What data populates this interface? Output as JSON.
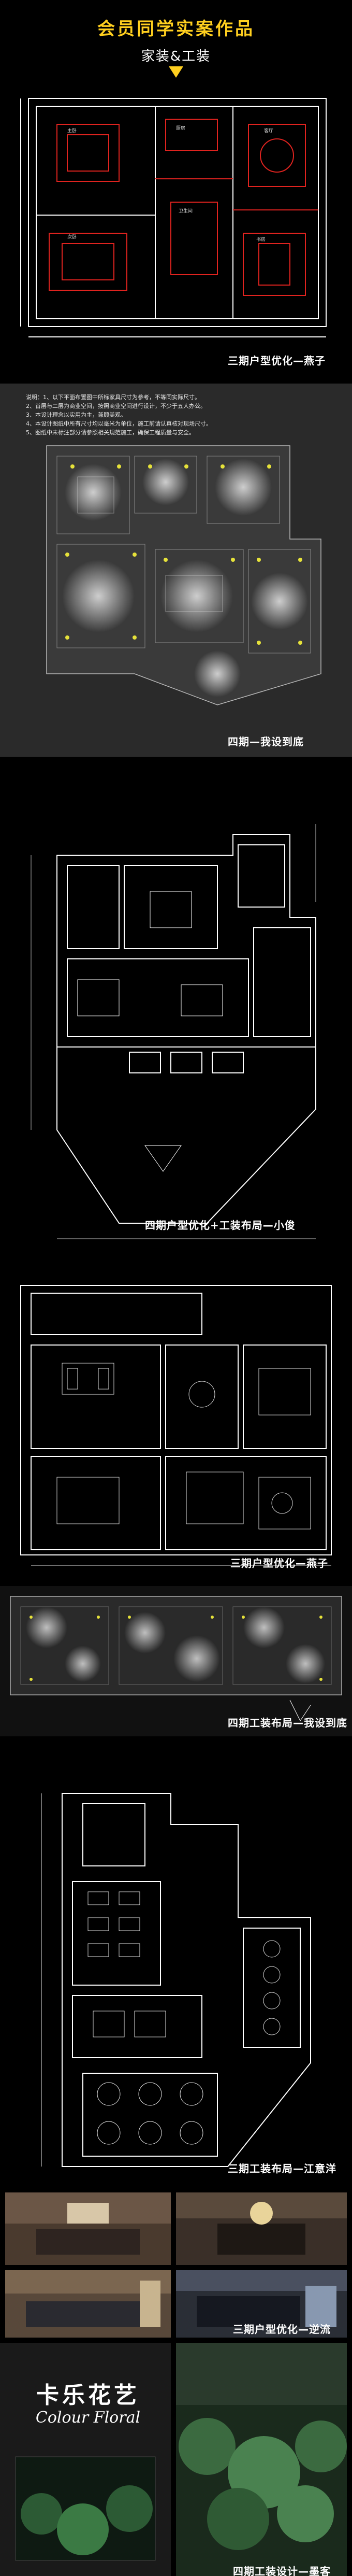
{
  "header": {
    "title": "会员同学实案作品",
    "subtitle": "家装&工装"
  },
  "sections": [
    {
      "caption": "三期户型优化—燕子"
    },
    {
      "caption": "四期—我设到底",
      "notes": [
        "说明：1、以下平面布置图中所标家具尺寸为参考，不等同实际尺寸。",
        "2、首层与二层为商业空间，按照商业空间进行设计，不少于五人办公。",
        "3、本设计理念以实用为主，兼顾美观。",
        "4、本设计图纸中所有尺寸均以毫米为单位，施工前请认真核对现场尺寸。",
        "5、图纸中未标注部分请参照相关规范施工，确保工程质量与安全。"
      ]
    },
    {
      "caption": "四期户型优化+工装布局—小俊"
    },
    {
      "caption": "三期户型优化—燕子"
    },
    {
      "caption": "四期工装布局—我设到底"
    },
    {
      "caption": "三期工装布局—江意洋"
    },
    {
      "caption": "三期户型优化—逆流"
    },
    {
      "caption": "四期工装设计—墨客"
    }
  ],
  "brand": {
    "name_cn": "卡乐花艺",
    "name_en": "Colour Floral"
  },
  "colors": {
    "accent": "#ffcf1f",
    "plan_red": "#e0231f",
    "plan_line": "#ffffff"
  }
}
